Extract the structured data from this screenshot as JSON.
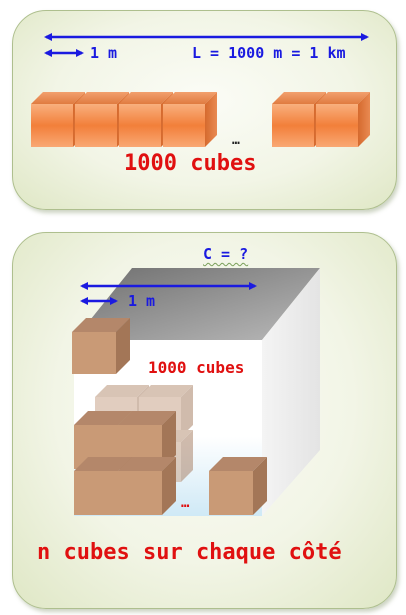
{
  "top_panel": {
    "unit_label": "1 m",
    "length_label": "L = 1000 m = 1 km",
    "ellipsis": "…",
    "count_label": "1000 cubes"
  },
  "bottom_panel": {
    "question_label": "C = ?",
    "unit_label": "1 m",
    "count_label": "1000 cubes",
    "ellipsis": "…",
    "caption": "n cubes sur chaque côté"
  },
  "colors": {
    "arrow": "#1a1ae0",
    "text_red": "#e01010",
    "cube_orange": "#f08a4a",
    "cube_brown": "#c99a76",
    "big_cube_top": "#909090",
    "panel_border": "#aebf8e"
  },
  "icons": [
    "double-arrow-icon",
    "cube-icon",
    "big-cube-icon"
  ]
}
